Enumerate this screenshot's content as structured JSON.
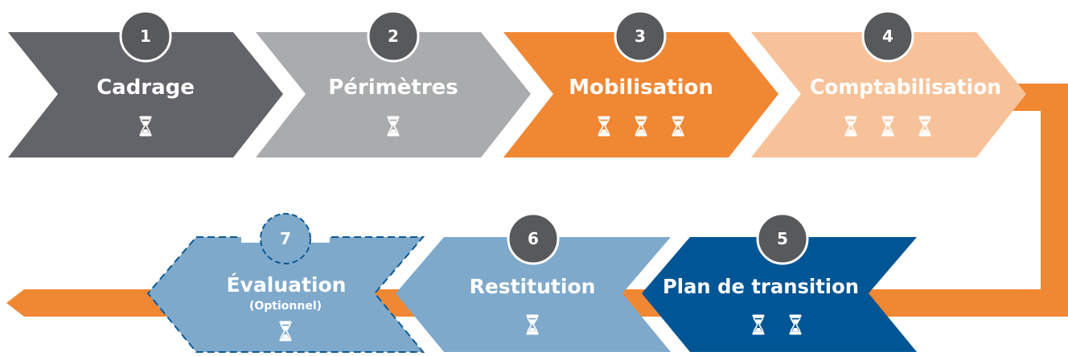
{
  "colors": {
    "step1": "#636469",
    "step2": "#a9abad",
    "step3": "#f08733",
    "step4": "#f7c299",
    "step5": "#005594",
    "step6": "#7ea9cb",
    "step7": "#7ea9cb",
    "connector": "#f08733",
    "badge": "#58595b",
    "badge_outline": "#ffffff",
    "dashed_outline": "#0e5a96"
  },
  "steps": [
    {
      "number": "1",
      "label": "Cadrage",
      "hourglasses": 1,
      "icon": "hourglass-icon"
    },
    {
      "number": "2",
      "label": "Périmètres",
      "hourglasses": 1,
      "icon": "hourglass-icon"
    },
    {
      "number": "3",
      "label": "Mobilisation",
      "hourglasses": 3,
      "icon": "hourglass-icon"
    },
    {
      "number": "4",
      "label": "Comptabilisation",
      "hourglasses": 3,
      "icon": "hourglass-icon"
    },
    {
      "number": "5",
      "label": "Plan de transition",
      "hourglasses": 2,
      "icon": "hourglass-icon"
    },
    {
      "number": "6",
      "label": "Restitution",
      "hourglasses": 1,
      "icon": "hourglass-icon"
    },
    {
      "number": "7",
      "label": "Évaluation",
      "sublabel": "(Optionnel)",
      "hourglasses": 1,
      "icon": "hourglass-icon",
      "optional": true
    }
  ]
}
